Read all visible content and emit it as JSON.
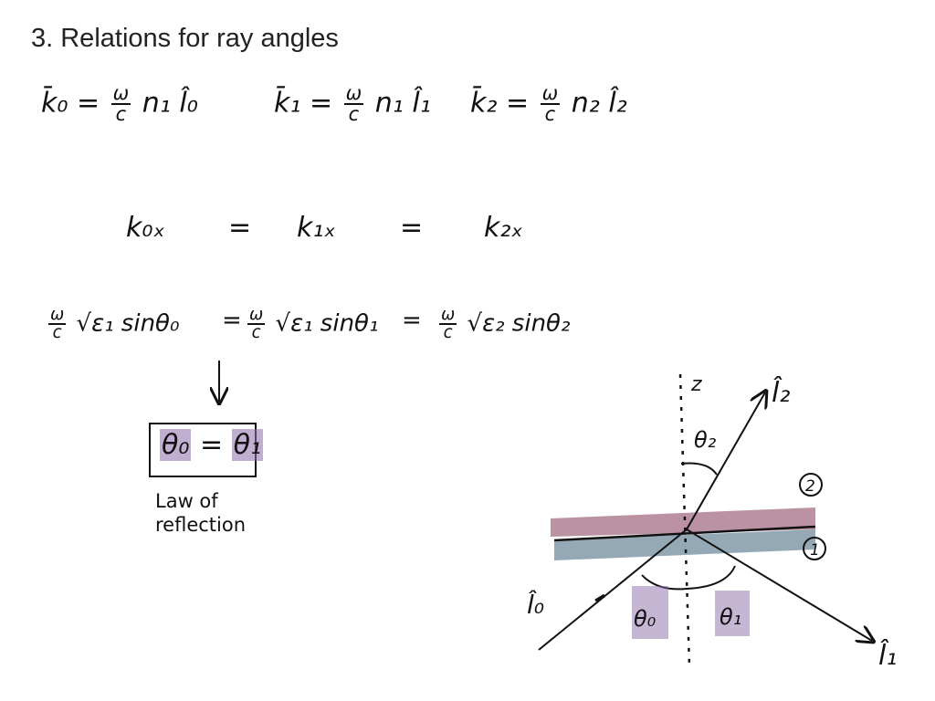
{
  "slide": {
    "title": "3. Relations for ray angles",
    "wavevectors": [
      {
        "lhs": "k̄₀",
        "eq": "=",
        "num": "ω",
        "den": "c",
        "rhs": "n₁ l̂₀"
      },
      {
        "lhs": "k̄₁",
        "eq": "=",
        "num": "ω",
        "den": "c",
        "rhs": "n₁ l̂₁"
      },
      {
        "lhs": "k̄₂",
        "eq": "=",
        "num": "ω",
        "den": "c",
        "rhs": "n₂ l̂₂"
      }
    ],
    "tangential": [
      "k₀ₓ",
      "=",
      "k₁ₓ",
      "=",
      "k₂ₓ"
    ],
    "snell": [
      {
        "num": "ω",
        "den": "c",
        "rest": "√ε₁ sinθ₀"
      },
      {
        "num": "ω",
        "den": "c",
        "rest": "√ε₁ sinθ₁"
      },
      {
        "num": "ω",
        "den": "c",
        "rest": "√ε₂ sinθ₂"
      }
    ],
    "snell_eq": "=",
    "boxed": {
      "left": "θ₀",
      "eq": "=",
      "right": "θ₁"
    },
    "law": [
      "Law of",
      "reflection"
    ],
    "diagram": {
      "axis_label": "z",
      "l2": "l̂₂",
      "l0": "l̂₀",
      "l1": "l̂₁",
      "theta2": "θ₂",
      "theta0": "θ₀",
      "theta1": "θ₁",
      "medium2": "2",
      "medium1": "1",
      "colors": {
        "medium2": "#8e4a66",
        "medium1": "#4d6f84",
        "highlight": "#8c6eaa"
      }
    }
  }
}
